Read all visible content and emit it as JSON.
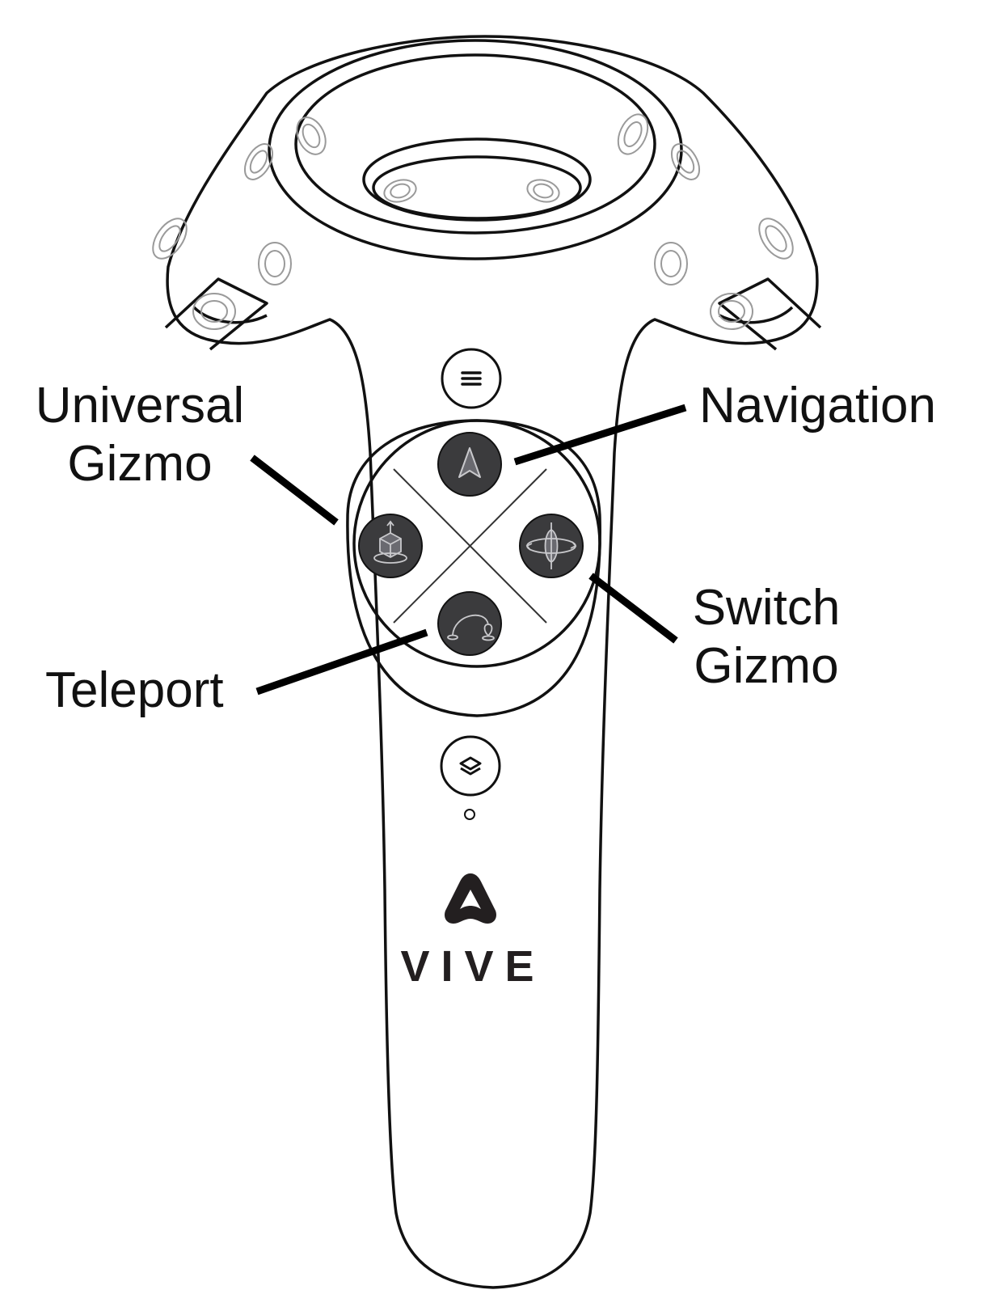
{
  "callouts": {
    "universal_gizmo": [
      "Universal",
      "Gizmo"
    ],
    "navigation": "Navigation",
    "switch_gizmo": [
      "Switch",
      "Gizmo"
    ],
    "teleport": "Teleport"
  },
  "brand": {
    "wordmark": "VIVE"
  },
  "colors": {
    "outline": "#111111",
    "button_fill": "#3b3b3d",
    "icon_light": "#c9c9cc",
    "sensor_stroke": "#9a9a9a",
    "leader_line": "#000000"
  },
  "icons": {
    "menu_button": "hamburger-icon",
    "system_button": "layers-icon",
    "navigation": "navigation-arrow-icon",
    "universal_gizmo": "transform-gizmo-icon",
    "switch_gizmo": "rotate-gizmo-icon",
    "teleport": "teleport-arc-icon",
    "logo": "vive-logo-icon"
  }
}
